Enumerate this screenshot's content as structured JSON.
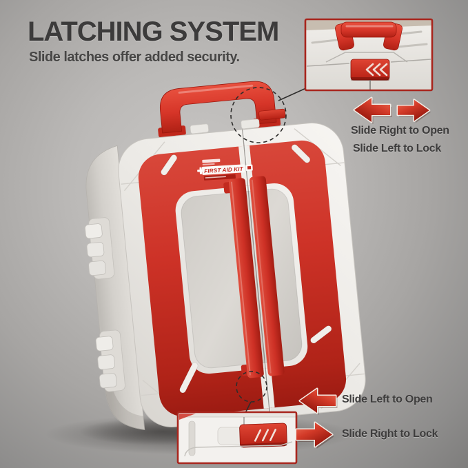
{
  "header": {
    "title": "LATCHING SYSTEM",
    "subtitle": "Slide latches offer added security."
  },
  "product": {
    "label": "FIRST AID KIT"
  },
  "callouts": {
    "top": {
      "open": "Slide Right to Open",
      "lock": "Slide Left to Lock"
    },
    "bottom": {
      "open": "Slide Left to Open",
      "lock": "Slide Right to Lock"
    }
  },
  "colors": {
    "accent_red": "#cd3227",
    "dark_red": "#9c1b12",
    "arrow_red": "#d23a28",
    "heading_text": "#3c3b3b",
    "callout_text": "#3e3d3d",
    "case_white": "#f0eeea",
    "inset_border": "#a8251d",
    "background_gray": "#a8a6a4"
  },
  "icons": {
    "top_callout_arrows": [
      "arrow-left-icon",
      "arrow-right-icon"
    ],
    "bottom_open_arrow": "arrow-left-icon",
    "bottom_lock_arrow": "arrow-right-icon",
    "latch_glyph": "chevron-triple-icon",
    "label_glyph": "medical-cross-icon"
  }
}
